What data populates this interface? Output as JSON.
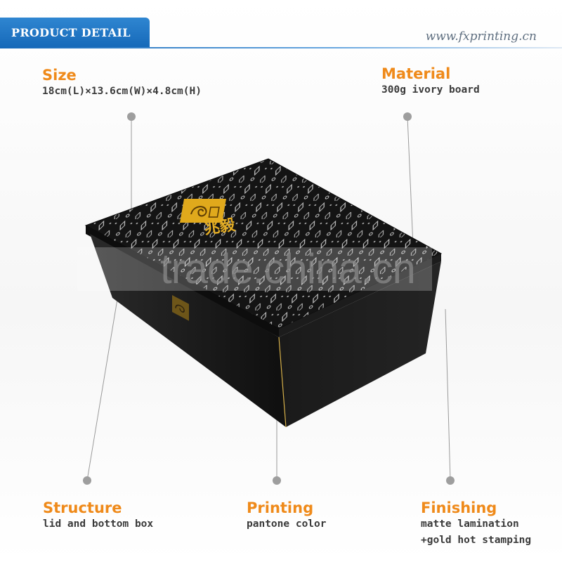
{
  "header": {
    "tab_label": "PRODUCT DETAIL",
    "site_url": "www.fxprinting.cn"
  },
  "specs": {
    "size": {
      "title": "Size",
      "value": "18cm(L)×13.6cm(W)×4.8cm(H)"
    },
    "material": {
      "title": "Material",
      "value": "300g ivory board"
    },
    "structure": {
      "title": "Structure",
      "value": "lid and bottom box"
    },
    "printing": {
      "title": "Printing",
      "value": "pantone color"
    },
    "finishing": {
      "title": "Finishing",
      "value_line1": "matte lamination",
      "value_line2": "+gold hot stamping"
    }
  },
  "product_image": {
    "logo_text": "兆毅",
    "watermark": "trade.china.cn"
  },
  "colors": {
    "accent_blue": "#1a6fbf",
    "title_orange": "#ef8a1a",
    "box_black": "#161616",
    "gold": "#e0a91c",
    "dot_gray": "#9e9e9e"
  }
}
